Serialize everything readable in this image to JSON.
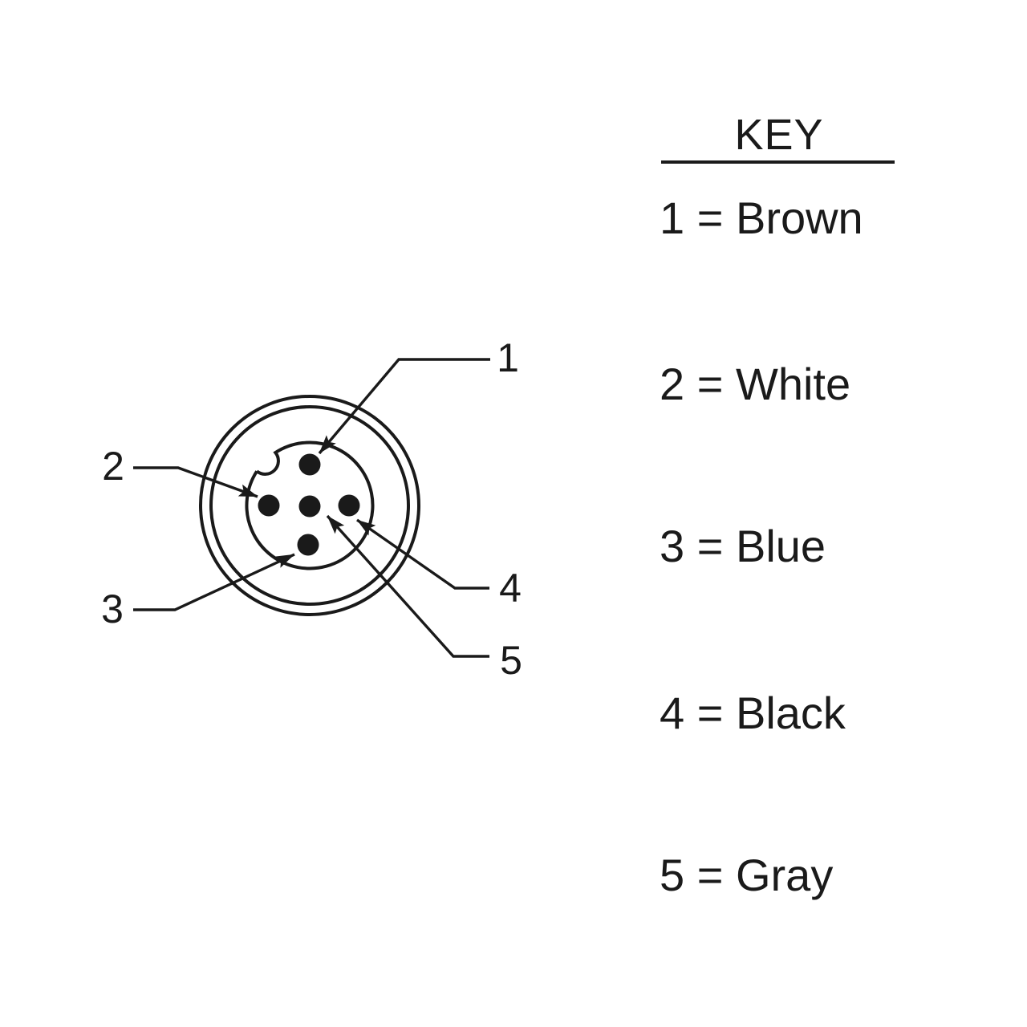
{
  "key": {
    "title": "KEY",
    "entries": [
      {
        "pin": "1",
        "color": "Brown",
        "display": "1 = Brown"
      },
      {
        "pin": "2",
        "color": "White",
        "display": "2 = White"
      },
      {
        "pin": "3",
        "color": "Blue",
        "display": "3 = Blue"
      },
      {
        "pin": "4",
        "color": "Black",
        "display": "4 = Black"
      },
      {
        "pin": "5",
        "color": "Gray",
        "display": "5 = Gray"
      }
    ]
  },
  "connector": {
    "pins": [
      {
        "label": "1",
        "position": "top"
      },
      {
        "label": "2",
        "position": "left"
      },
      {
        "label": "3",
        "position": "bottom"
      },
      {
        "label": "4",
        "position": "right"
      },
      {
        "label": "5",
        "position": "center"
      }
    ]
  },
  "colors": {
    "ink": "#1a1a1a",
    "background": "#ffffff"
  }
}
